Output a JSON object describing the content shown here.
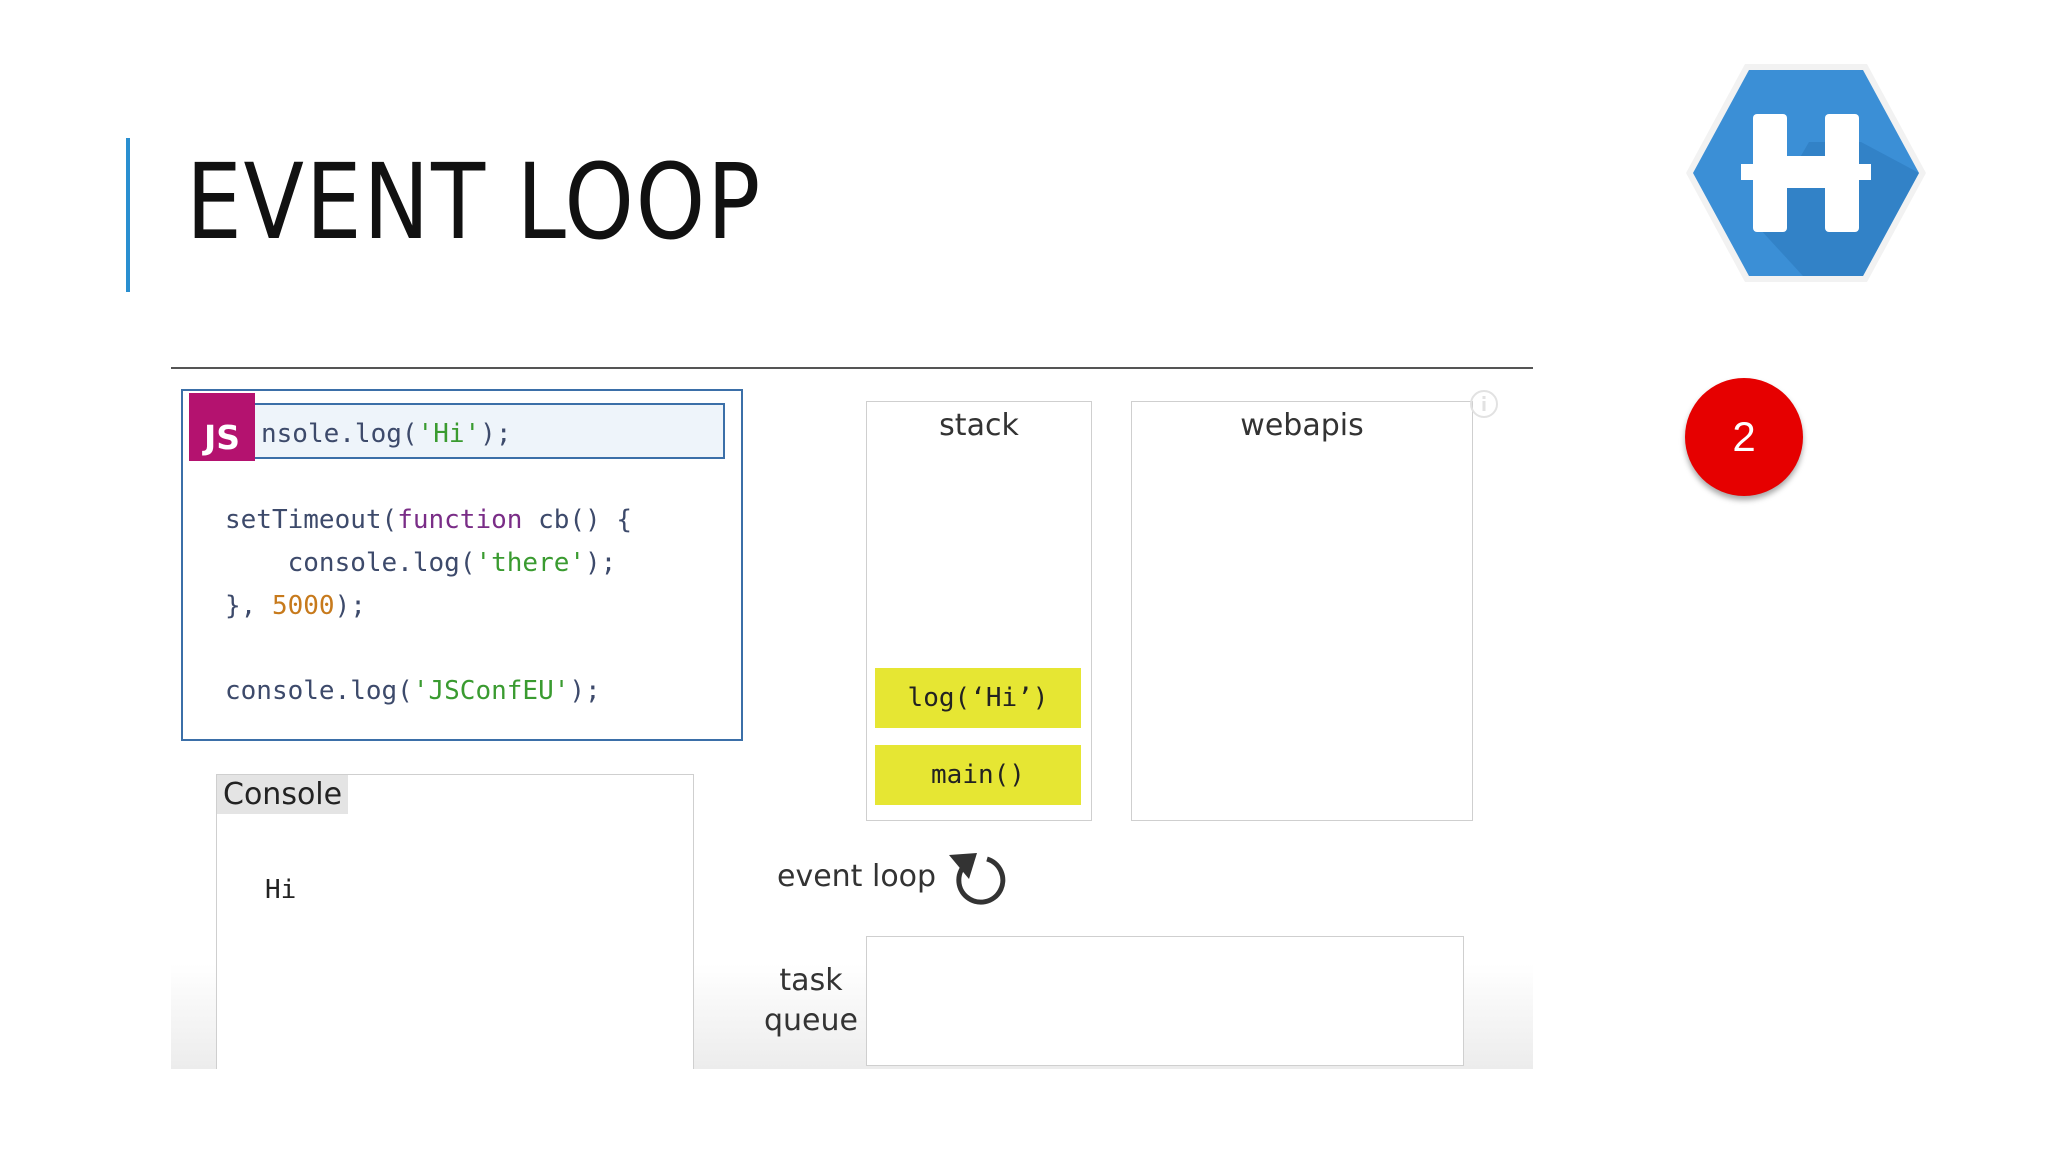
{
  "slide": {
    "title": "EVENT LOOP",
    "badge": "2"
  },
  "colors": {
    "accent": "#2a8fd0",
    "badge": "#e60000",
    "logo": "#3b8fd6",
    "js_badge": "#b4126f",
    "frame": "#e6e633"
  },
  "icons": {
    "logo": "hexagon-h-logo",
    "info": "info-icon",
    "loop": "event-loop-arrow-icon"
  },
  "code": {
    "js_badge": "JS",
    "line1_prefix": "nsole.log(",
    "line1_str": "'Hi'",
    "line1_suffix": ");",
    "line2_a": "setTimeout(",
    "line2_kw": "function",
    "line2_b": " cb() {",
    "line3_a": "    console.log(",
    "line3_str": "'there'",
    "line3_b": ");",
    "line4_a": "}, ",
    "line4_num": "5000",
    "line4_b": ");",
    "line5_a": "console.log(",
    "line5_str": "'JSConfEU'",
    "line5_b": ");"
  },
  "console": {
    "label": "Console",
    "output": "Hi"
  },
  "stack": {
    "label": "stack",
    "frames": [
      "log(‘Hi’)",
      "main()"
    ]
  },
  "webapis": {
    "label": "webapis"
  },
  "event_loop": {
    "label": "event loop"
  },
  "task_queue": {
    "label_line1": "task",
    "label_line2": "queue"
  }
}
